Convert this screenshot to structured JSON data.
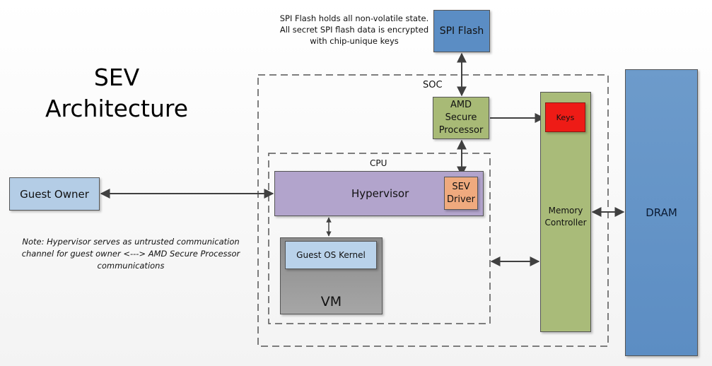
{
  "title": {
    "line1": "SEV",
    "line2": "Architecture"
  },
  "notes": {
    "spi_note": [
      "SPI Flash holds all non-volatile state.",
      "All secret SPI flash data is encrypted",
      "with chip-unique keys"
    ],
    "hypervisor_note": [
      "Note: Hypervisor serves as untrusted communication",
      "channel for guest owner <---> AMD Secure Processor",
      "communications"
    ]
  },
  "containers": {
    "soc": "SOC",
    "cpu": "CPU"
  },
  "blocks": {
    "spi_flash": "SPI Flash",
    "amd_secure_processor": [
      "AMD",
      "Secure",
      "Processor"
    ],
    "memory_controller": [
      "Memory",
      "Controller"
    ],
    "keys": "Keys",
    "dram": "DRAM",
    "guest_owner": "Guest Owner",
    "hypervisor": "Hypervisor",
    "sev_driver": [
      "SEV",
      "Driver"
    ],
    "guest_os_kernel": "Guest OS Kernel",
    "vm": "VM"
  },
  "colors": {
    "spi_flash": "#5b8dc4",
    "dram": "#6394c8",
    "amd_sp": "#a8ba76",
    "memory_controller": "#a9bb79",
    "keys": "#ee1b16",
    "guest_owner": "#b4cde6",
    "hypervisor": "#b2a4cc",
    "sev_driver": "#efaa7e",
    "vm": "#999999",
    "guest_os_kernel": "#b9d2ea",
    "arrow": "#404040"
  },
  "connections": [
    {
      "from": "SPI Flash",
      "to": "AMD Secure Processor",
      "type": "bidirectional"
    },
    {
      "from": "AMD Secure Processor",
      "to": "Keys",
      "type": "directed"
    },
    {
      "from": "AMD Secure Processor",
      "to": "SEV Driver",
      "type": "bidirectional"
    },
    {
      "from": "Guest Owner",
      "to": "Hypervisor",
      "type": "bidirectional"
    },
    {
      "from": "Hypervisor",
      "to": "VM",
      "type": "bidirectional"
    },
    {
      "from": "CPU",
      "to": "Memory Controller",
      "type": "bidirectional"
    },
    {
      "from": "Memory Controller",
      "to": "DRAM",
      "type": "bidirectional"
    }
  ]
}
